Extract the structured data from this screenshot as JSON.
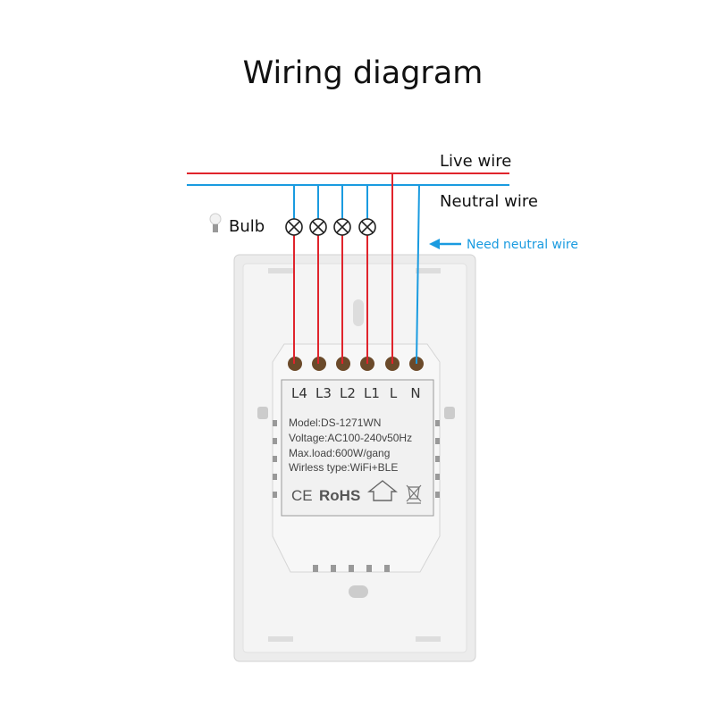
{
  "title": "Wiring diagram",
  "labels": {
    "live_wire": "Live wire",
    "neutral_wire": "Neutral wire",
    "bulb": "Bulb",
    "need_neutral": "Need neutral wire"
  },
  "terminals": [
    "L4",
    "L3",
    "L2",
    "L1",
    "L",
    "N"
  ],
  "specs": {
    "model": "Model:DS-1271WN",
    "voltage": "Voltage:AC100-240v50Hz",
    "max_load": "Max.load:600W/gang",
    "wireless": "Wirless type:WiFi+BLE"
  },
  "certs": {
    "ce": "CE",
    "rohs": "RoHS"
  },
  "colors": {
    "live": "#e0242c",
    "neutral": "#1a9be0",
    "plate": "#eeeeee"
  }
}
